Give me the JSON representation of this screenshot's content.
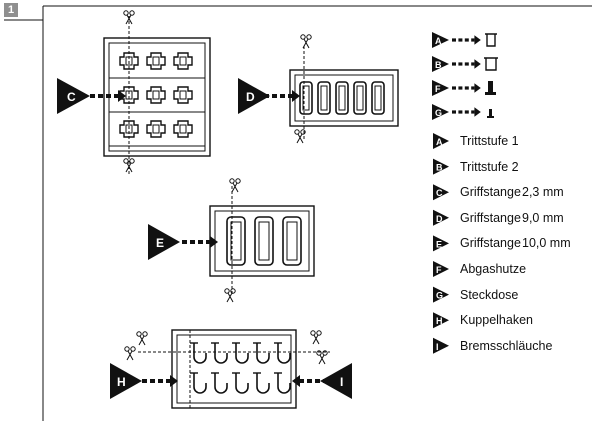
{
  "figure_number": "1",
  "cut_markers": {
    "C": "C",
    "D": "D",
    "E": "E",
    "H": "H",
    "I": "I"
  },
  "symbol_legend": [
    {
      "letter": "A",
      "icon": "open-rectangle-bracket-icon"
    },
    {
      "letter": "B",
      "icon": "wide-bracket-icon"
    },
    {
      "letter": "F",
      "icon": "exhaust-stack-icon"
    },
    {
      "letter": "G",
      "icon": "small-socket-icon"
    }
  ],
  "parts_list": [
    {
      "letter": "A",
      "name": "Trittstufe 1",
      "size": ""
    },
    {
      "letter": "B",
      "name": "Trittstufe 2",
      "size": ""
    },
    {
      "letter": "C",
      "name": "Griffstange",
      "size": "2,3 mm"
    },
    {
      "letter": "D",
      "name": "Griffstange",
      "size": "9,0 mm"
    },
    {
      "letter": "E",
      "name": "Griffstange",
      "size": "10,0 mm"
    },
    {
      "letter": "F",
      "name": "Abgashutze",
      "size": ""
    },
    {
      "letter": "G",
      "name": "Steckdose",
      "size": ""
    },
    {
      "letter": "H",
      "name": "Kuppelhaken",
      "size": ""
    },
    {
      "letter": "I",
      "name": "Bremsschläuche",
      "size": ""
    }
  ]
}
